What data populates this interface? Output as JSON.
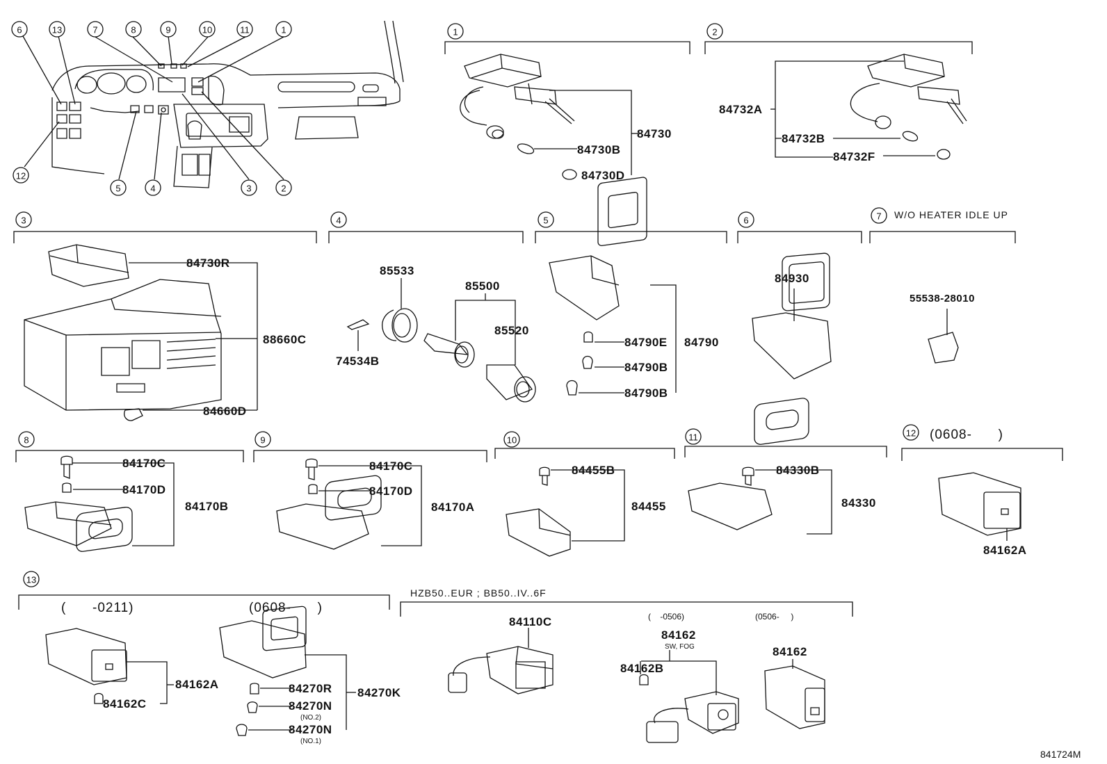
{
  "drawing_code": "841724M",
  "key_numbers": [
    "6",
    "13",
    "7",
    "8",
    "9",
    "10",
    "11",
    "1",
    "12",
    "5",
    "4",
    "3",
    "2"
  ],
  "groups": {
    "g1": {
      "num": "1",
      "parts": [
        "84730",
        "84730B",
        "84730D"
      ]
    },
    "g2": {
      "num": "2",
      "parts": [
        "84732A",
        "84732B",
        "84732F"
      ]
    },
    "g3": {
      "num": "3",
      "parts": [
        "84730R",
        "88660C",
        "84660D"
      ]
    },
    "g4": {
      "num": "4",
      "parts": [
        "85533",
        "85500",
        "85520",
        "74534B"
      ]
    },
    "g5": {
      "num": "5",
      "parts": [
        "84790E",
        "84790",
        "84790B",
        "84790B"
      ]
    },
    "g6": {
      "num": "6",
      "parts": [
        "84930"
      ]
    },
    "g7": {
      "num": "7",
      "note": "W/O HEATER IDLE UP",
      "parts": [
        "55538-28010"
      ]
    },
    "g8": {
      "num": "8",
      "parts": [
        "84170C",
        "84170D",
        "84170B"
      ]
    },
    "g9": {
      "num": "9",
      "parts": [
        "84170C",
        "84170D",
        "84170A"
      ]
    },
    "g10": {
      "num": "10",
      "parts": [
        "84455B",
        "84455"
      ]
    },
    "g11": {
      "num": "11",
      "parts": [
        "84330B",
        "84330"
      ]
    },
    "g12": {
      "num": "12",
      "range": "(0608-      )",
      "parts": [
        "84162A"
      ]
    },
    "g13": {
      "num": "13",
      "range_a": "(      -0211)",
      "range_b": "(0608-      )",
      "parts": [
        "84162A",
        "84162C",
        "84270R",
        "84270N",
        "84270N",
        "84270K"
      ],
      "sub_notes": [
        "(NO.2)",
        "(NO.1)"
      ]
    },
    "hzb": {
      "note": "HZB50..EUR ; BB50..IV..6F",
      "range_a": "(    -0506)",
      "range_b": "(0506-     )",
      "parts": [
        "84110C",
        "84162",
        "84162B",
        "84162"
      ],
      "sub_note": "SW, FOG"
    }
  }
}
